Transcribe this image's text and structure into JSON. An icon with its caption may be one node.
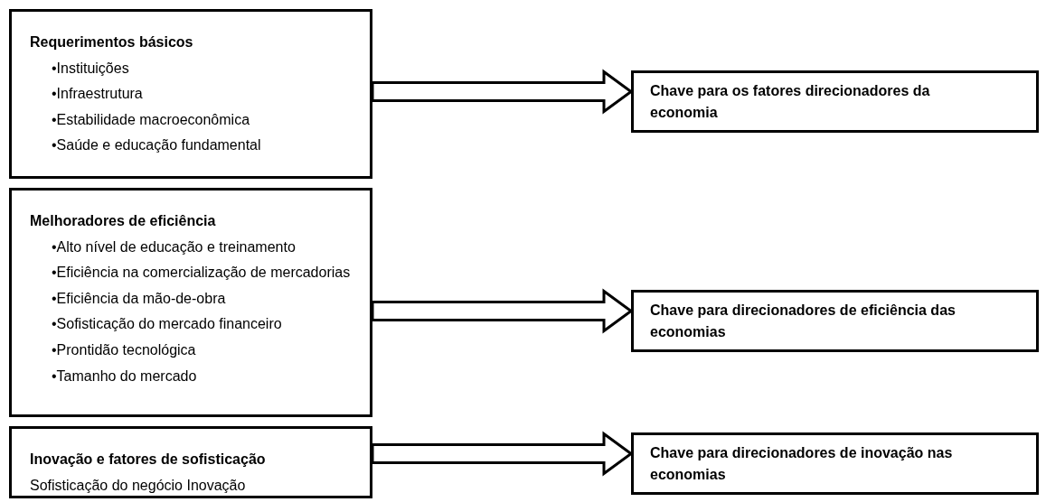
{
  "diagram": {
    "nodes": [
      {
        "text": [
          "Requerimentos básicos",
          "•Instituições",
          "•Infraestrutura",
          "•Estabilidade macroeconômica",
          "•Saúde e educação fundamental"
        ]
      },
      {
        "text": [
          "Chave para os fatores direcionadores da economia"
        ]
      },
      {
        "text": [
          "Melhoradores de eficiência",
          "•Alto nível de educação e treinamento",
          "•Eficiência na comercialização de mercadorias",
          "•Eficiência da mão-de-obra",
          "•Sofisticação do mercado financeiro",
          "•Prontidão tecnológica",
          "•Tamanho do mercado"
        ]
      },
      {
        "text": [
          "Chave para direcionadores de eficiência das economias"
        ]
      },
      {
        "text": [
          "Inovação e fatores de sofisticação",
          "Sofisticação do negócio Inovação"
        ]
      },
      {
        "text": [
          "Chave para direcionadores de inovação nas economias"
        ]
      }
    ],
    "edges": [
      {
        "from": 0,
        "to": 1,
        "arrow": "to"
      },
      {
        "from": 2,
        "to": 3,
        "arrow": "to"
      },
      {
        "from": 4,
        "to": 5,
        "arrow": "to"
      }
    ]
  }
}
